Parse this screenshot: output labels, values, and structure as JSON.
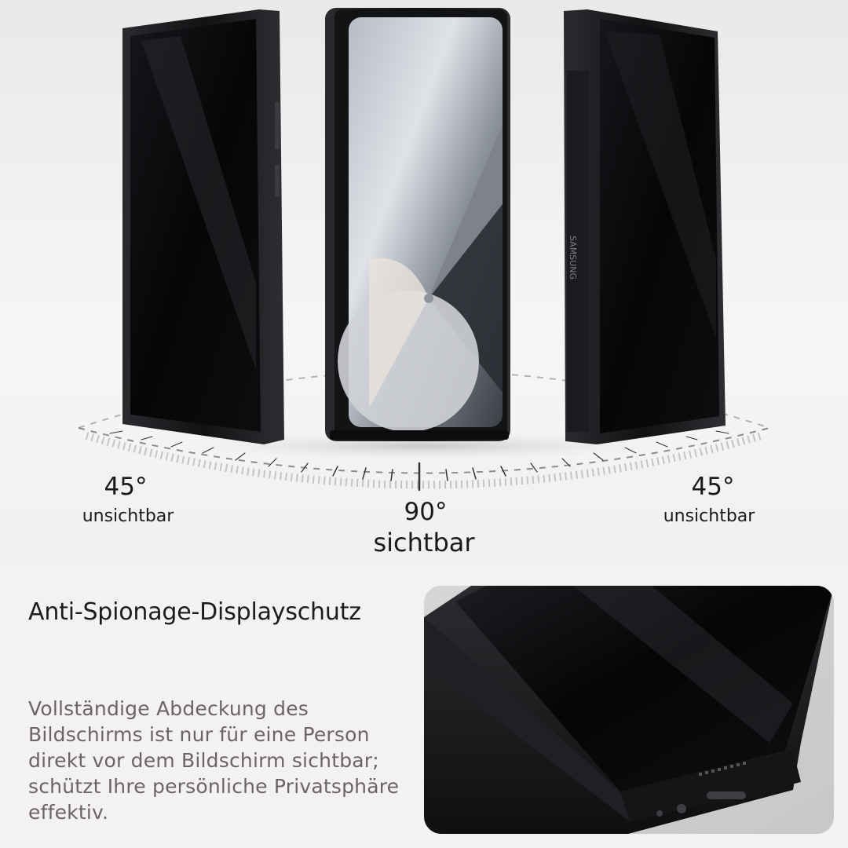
{
  "angles": {
    "left": {
      "degree": "45°",
      "caption": "unsichtbar"
    },
    "center": {
      "degree": "90°",
      "caption": "sichtbar"
    },
    "right": {
      "degree": "45°",
      "caption": "unsichtbar"
    }
  },
  "phone_brand": "SAMSUNG",
  "feature": {
    "title": "Anti-Spionage-Displayschutz",
    "description": "Vollständige Abdeckung des Bildschirms ist nur für eine Person direkt vor dem Bildschirm sichtbar; schützt Ihre persönliche Privatsphäre effektiv."
  },
  "colors": {
    "background": "#f2f1f0",
    "text_dark": "#1a1a1a",
    "text_muted": "#6a6564",
    "privacy_screen": "#0b0b0d"
  }
}
